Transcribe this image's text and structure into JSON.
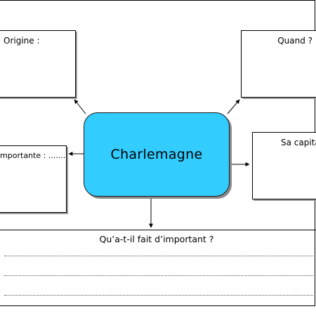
{
  "center": {
    "title": "Charlemagne",
    "fill": "#33ccff"
  },
  "boxes": {
    "origine": "Origine :",
    "quand": "Quand ?",
    "importante": "importante : ........",
    "capitale": "Sa capitale"
  },
  "bottom": {
    "question": "Qu’a-t-il fait d’important ?"
  }
}
